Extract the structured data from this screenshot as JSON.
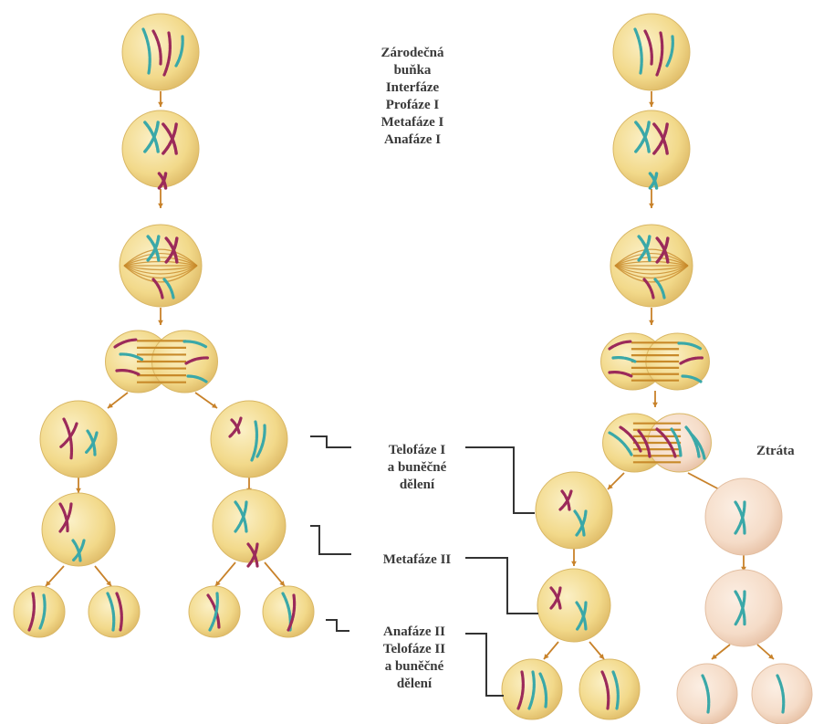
{
  "labels": {
    "stages_top": "Zárodečná\nbuňka\nInterfáze\nProfáze I\nMetafáze I\nAnafáze I",
    "telophase1": "Telofáze I\na buněčné\ndělení",
    "metaphase2": "Metafáze II",
    "anaphase2": "Anafáze II\nTelofáze II\na buněčné\ndělení",
    "loss": "Ztráta"
  },
  "colors": {
    "cell_fill": "#f2d98a",
    "cell_edge": "#d9b765",
    "cell_pale": "#f6dcc8",
    "maternal_chromosome": "#9b2a5a",
    "paternal_chromosome": "#3aa8a8",
    "spindle": "#c88a2a",
    "arrow": "#c8822a",
    "bracket": "#333333"
  },
  "icons": [
    "cell-icon",
    "chromosome-icon",
    "down-arrow-icon",
    "bracket-connector-icon"
  ]
}
